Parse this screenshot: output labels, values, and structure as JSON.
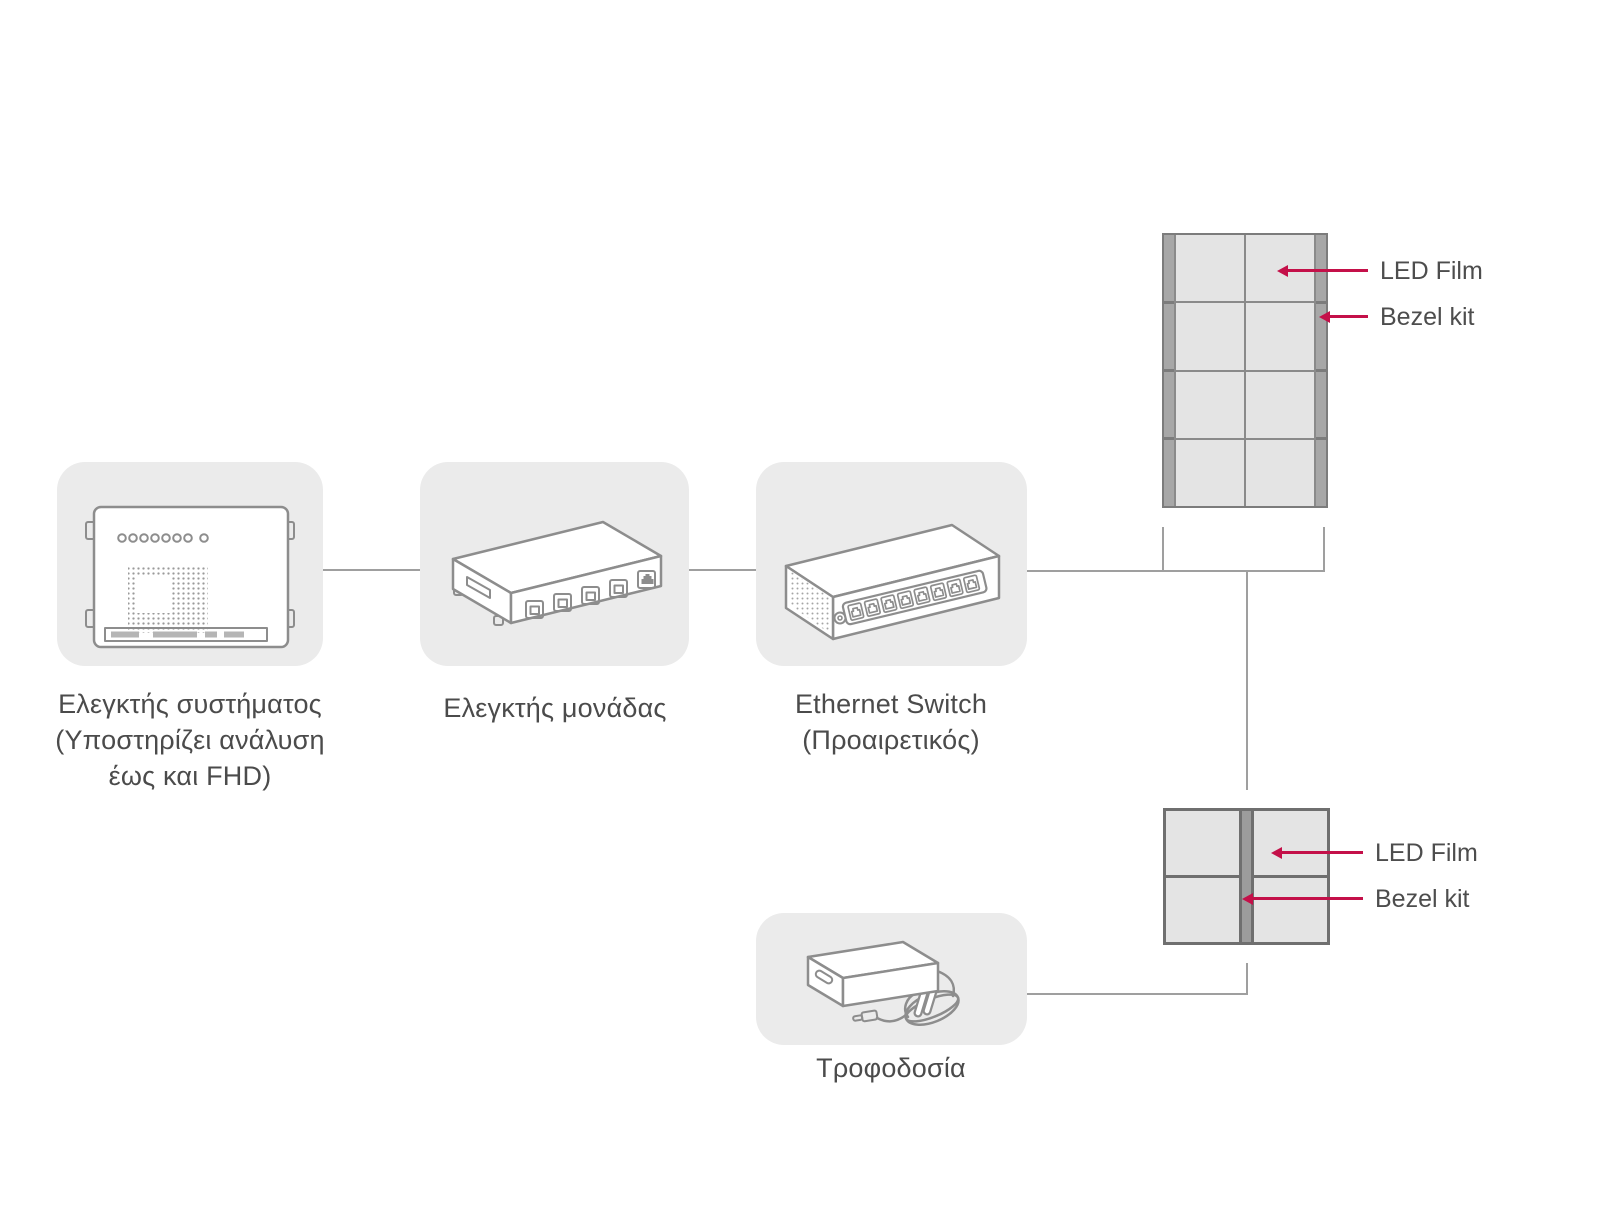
{
  "diagram": {
    "nodes": [
      {
        "id": "system-controller",
        "icon": "system-controller-back-icon",
        "label_lines": [
          "Ελεγκτής συστήματος",
          "(Υποστηρίζει ανάλυση",
          "έως και FHD)"
        ]
      },
      {
        "id": "unit-controller",
        "icon": "unit-controller-icon",
        "label_lines": [
          "Ελεγκτής μονάδας"
        ]
      },
      {
        "id": "ethernet-switch",
        "icon": "ethernet-switch-icon",
        "label_lines": [
          "Ethernet Switch",
          "(Προαιρετικός)"
        ]
      },
      {
        "id": "power-supply",
        "icon": "power-adapter-icon",
        "label_lines": [
          "Τροφοδοσία"
        ]
      }
    ],
    "led_walls": [
      {
        "id": "led-wall-top",
        "cols": 2,
        "rows": 4,
        "callouts": [
          {
            "target": "led-film-cell",
            "text": "LED Film"
          },
          {
            "target": "bezel-strip",
            "text": "Bezel kit"
          }
        ]
      },
      {
        "id": "led-wall-bottom",
        "cols": 2,
        "rows": 2,
        "callouts": [
          {
            "target": "led-film-cell",
            "text": "LED Film"
          },
          {
            "target": "bezel-strip",
            "text": "Bezel kit"
          }
        ]
      }
    ],
    "colors": {
      "arrow_red": "#c41049",
      "card_bg": "#ebebeb",
      "device_outline": "#8d8d8d",
      "label_text": "#4b4b4b",
      "connector_line": "#9f9f9f",
      "panel_cell": "#e4e4e4",
      "panel_grid": "#8a8a8a",
      "bezel_strip": "#a7a7a7"
    }
  }
}
